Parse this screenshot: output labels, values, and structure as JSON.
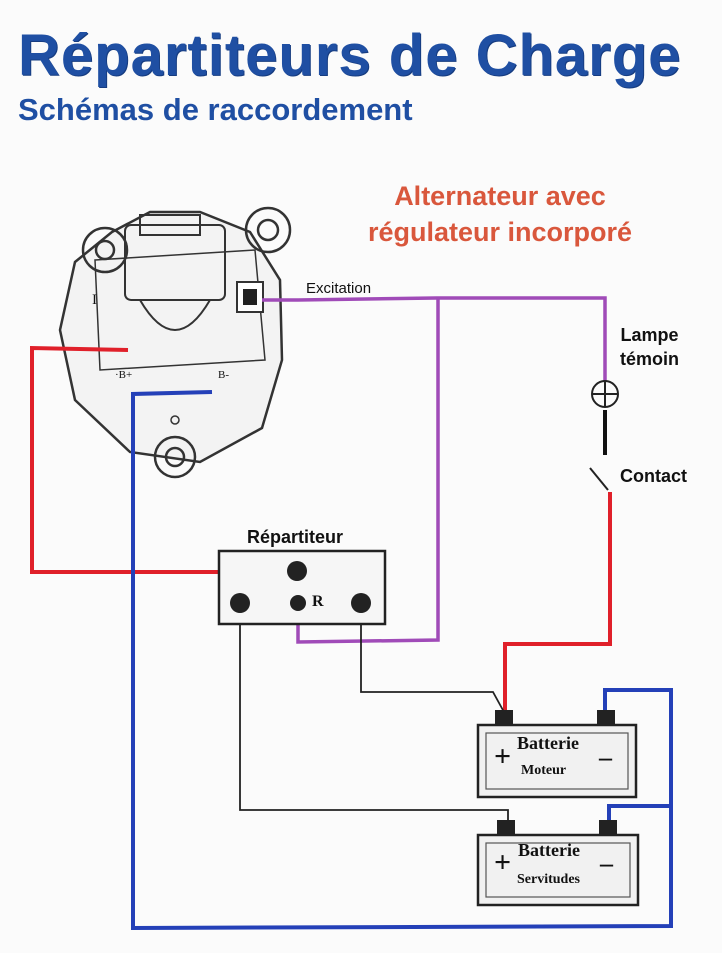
{
  "header": {
    "title": "Répartiteurs de Charge",
    "subtitle": "Schémas de raccordement"
  },
  "diagram": {
    "heading_line1": "Alternateur avec",
    "heading_line2": "régulateur incorporé",
    "alternator": {
      "terminal_bplus": "·B+",
      "terminal_bminus": "B-",
      "mark_i": "I"
    },
    "labels": {
      "excitation": "Excitation",
      "lamp_line1": "Lampe",
      "lamp_line2": "témoin",
      "contact": "Contact",
      "splitter": "Répartiteur",
      "splitter_terminal": "R"
    },
    "battery_engine": {
      "name": "Batterie",
      "role": "Moteur",
      "plus": "+",
      "minus": "–"
    },
    "battery_service": {
      "name": "Batterie",
      "role": "Servitudes",
      "plus": "+",
      "minus": "–"
    },
    "colors": {
      "title_blue": "#1f4fa3",
      "heading_red": "#d9573c",
      "wire_red": "#e0202a",
      "wire_blue": "#2440b8",
      "wire_purple": "#a04bb8",
      "wire_black": "#222222"
    }
  }
}
